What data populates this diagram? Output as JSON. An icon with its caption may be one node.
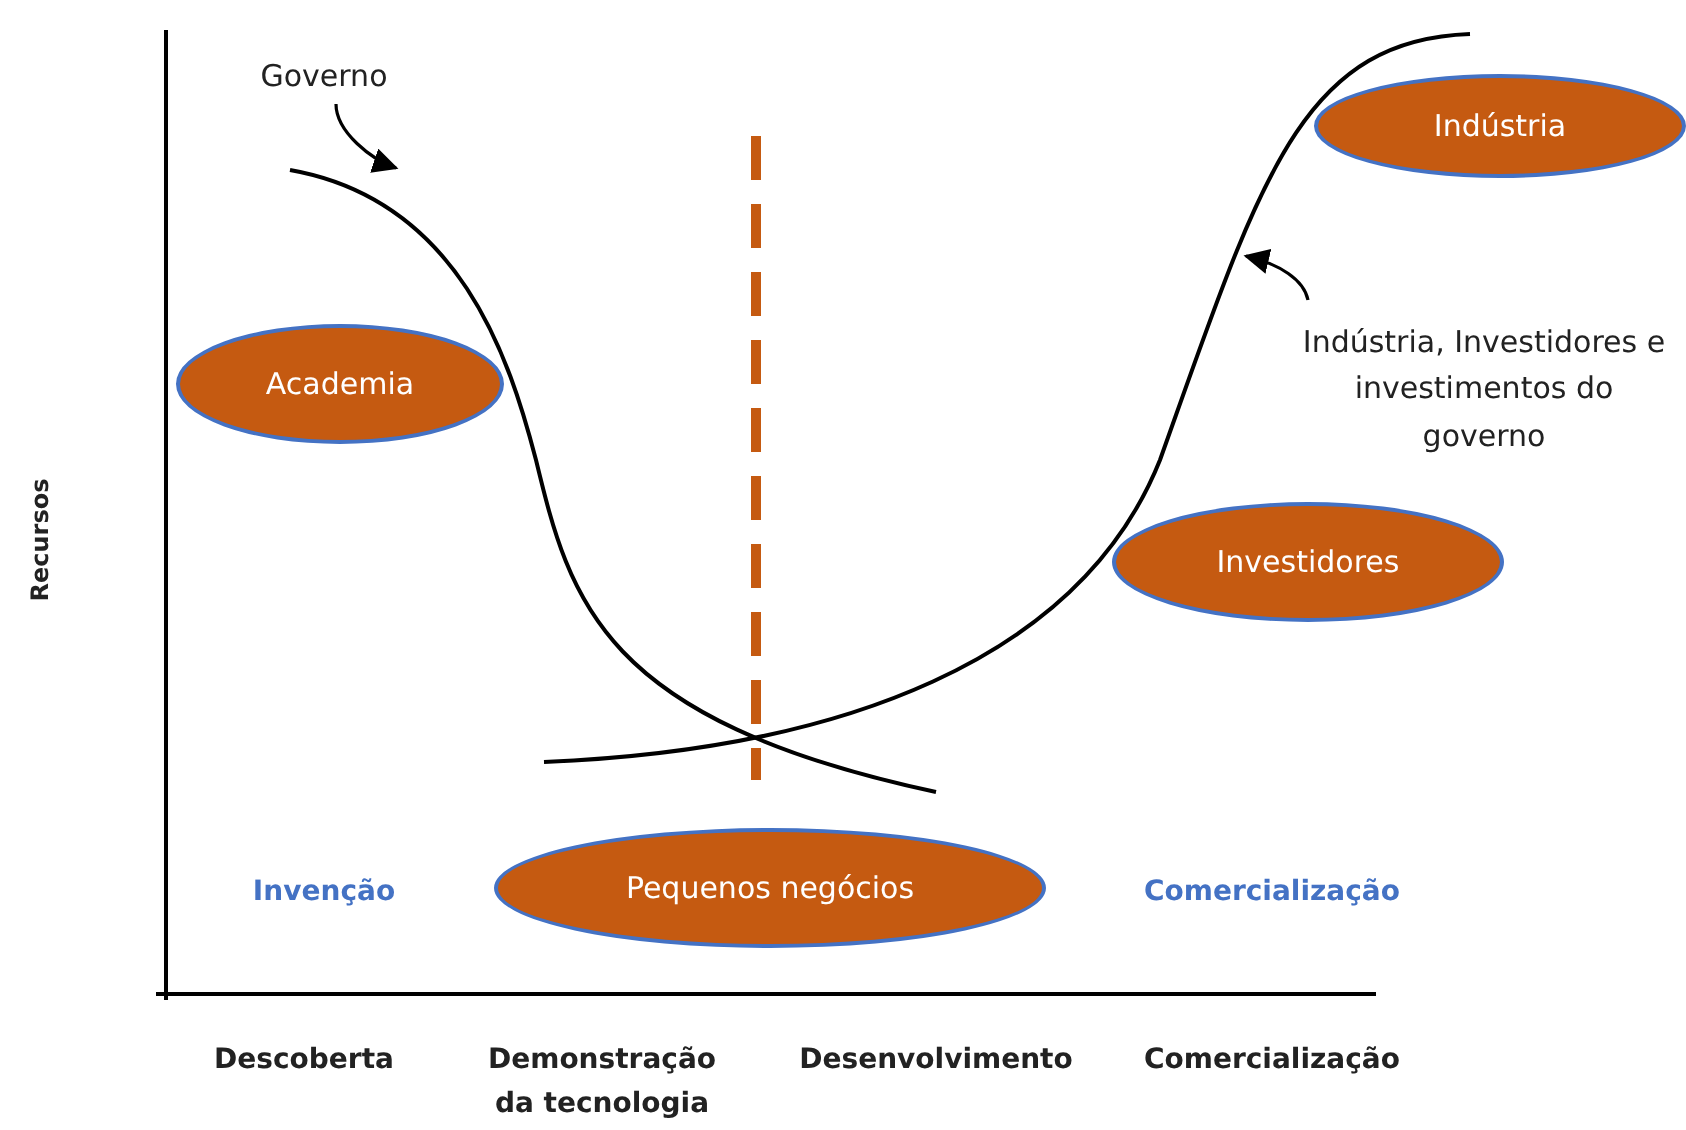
{
  "diagram": {
    "nodes": [
      {
        "text": [
          "Governo"
        ]
      },
      {
        "text": [
          "Indústria"
        ]
      },
      {
        "text": [
          "Academia"
        ]
      },
      {
        "text": [
          "Indústria, Investidores e investimentos do governo"
        ]
      },
      {
        "text": [
          "Investidores"
        ]
      },
      {
        "text": [
          "Pequenos negócios"
        ]
      }
    ],
    "edges": [
      {
        "from": 0,
        "to": null,
        "arrow": "to"
      },
      {
        "from": 3,
        "to": null,
        "arrow": "to"
      }
    ],
    "labels": [
      "Recursos",
      "Invenção",
      "Comercialização",
      "Descoberta",
      "Demonstração da tecnologia",
      "Desenvolvimento",
      "Comercialização"
    ]
  }
}
